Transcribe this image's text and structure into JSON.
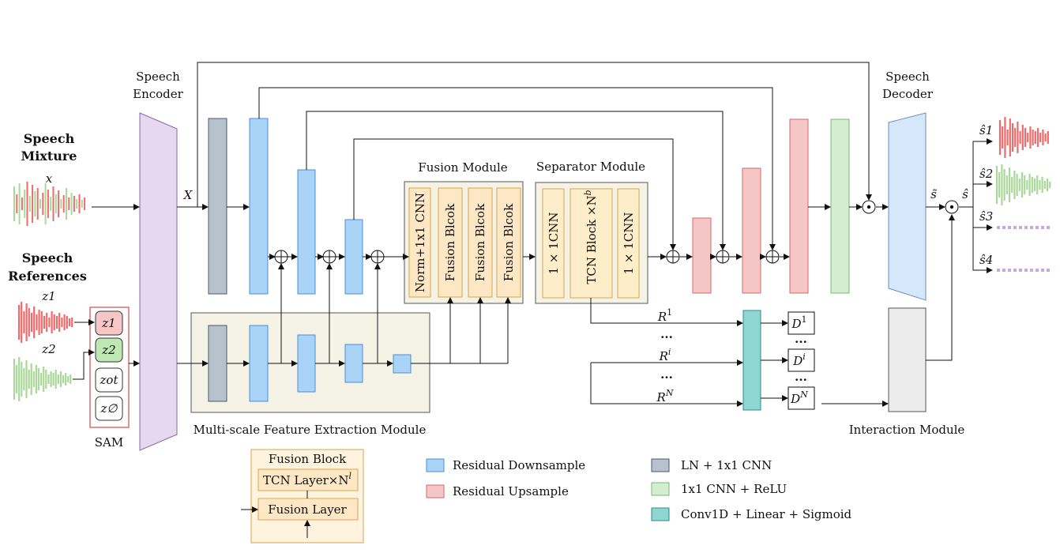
{
  "inputs": {
    "mixture_title": [
      "Speech",
      "Mixture"
    ],
    "mixture_var": "x",
    "references_title": [
      "Speech",
      "References"
    ],
    "ref1_var": "z1",
    "ref2_var": "z2"
  },
  "sam": {
    "label": "SAM",
    "slots": [
      "z1",
      "z2",
      "zot",
      "z∅"
    ]
  },
  "encoder": {
    "label": [
      "Speech",
      "Encoder"
    ],
    "output_var": "X"
  },
  "decoder": {
    "label": [
      "Speech",
      "Decoder"
    ]
  },
  "mfe": {
    "label": "Multi-scale Feature Extraction Module"
  },
  "fusion_module": {
    "label": "Fusion Module",
    "blocks": [
      "Norm+1x1 CNN",
      "Fusion Blcok",
      "Fusion Blcok",
      "Fusion Blcok"
    ]
  },
  "separator_module": {
    "label": "Separator Module",
    "blocks": [
      "1 × 1CNN",
      "TCN Block ×N",
      "1 × 1CNN"
    ],
    "tcn_sup": "b"
  },
  "interaction": {
    "label": "Interaction Module",
    "r_labels": [
      "R",
      "R",
      "R"
    ],
    "r_sups": [
      "1",
      "i",
      "N"
    ],
    "d_labels": [
      "D",
      "D",
      "D"
    ],
    "d_sups": [
      "1",
      "i",
      "N"
    ],
    "ellipsis": "···"
  },
  "outputs": {
    "s_tilde": "s̃",
    "s_hat": "ŝ",
    "items": [
      "ŝ1",
      "ŝ2",
      "ŝ3",
      "ŝ4"
    ]
  },
  "fusion_block_detail": {
    "title": "Fusion Block",
    "tcn_layer": "TCN Layer×N",
    "tcn_sup": "l",
    "fusion_layer": "Fusion Layer"
  },
  "legend": [
    {
      "label": "Residual Downsample",
      "color": "#a9d3f7",
      "stroke": "#4a90d9"
    },
    {
      "label": "Residual Upsample",
      "color": "#f5c6c6",
      "stroke": "#d46a6a"
    },
    {
      "label": "LN + 1x1 CNN",
      "color": "#b8c2cc",
      "stroke": "#4a5a6a"
    },
    {
      "label": "1x1 CNN + ReLU",
      "color": "#d4ecd0",
      "stroke": "#77b86e"
    },
    {
      "label": "Conv1D + Linear + Sigmoid",
      "color": "#8fd6d0",
      "stroke": "#2a8f8a"
    }
  ],
  "colors": {
    "downsample": "#a9d3f7",
    "downsample_stroke": "#4a90d9",
    "upsample": "#f5c6c6",
    "upsample_stroke": "#d46a6a",
    "ln_cnn": "#b8c2cc",
    "relu": "#d4ecd0",
    "conv_sig": "#8fd6d0",
    "module_bg": "#f5f2e6",
    "block_bg": "#fde7c4",
    "block_stroke": "#d9a54a",
    "encoder": "#e6d8ef",
    "decoder": "#d6e6fb",
    "wave_red": "#ef6b6b",
    "wave_green": "#a9d89a",
    "dot_purple": "#c9a8df"
  }
}
